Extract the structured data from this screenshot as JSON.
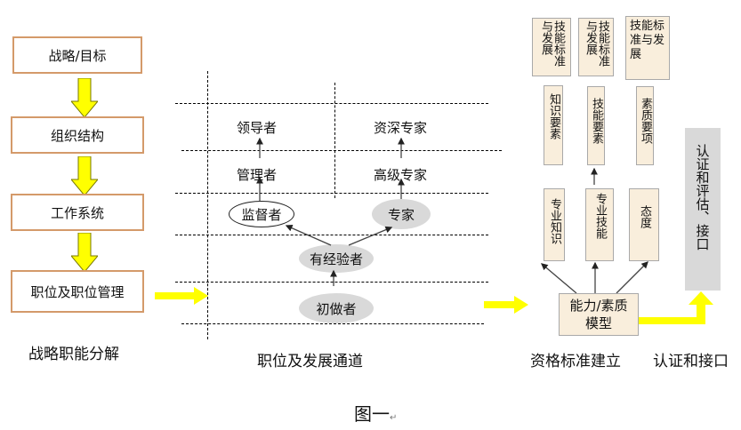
{
  "figure": {
    "caption": "图一",
    "caption_mark": "↵"
  },
  "left_column": {
    "title": "战略职能分解",
    "boxes": [
      {
        "label": "战略/目标"
      },
      {
        "label": "组织结构"
      },
      {
        "label": "工作系统"
      },
      {
        "label": "职位及职位管理"
      }
    ],
    "arrow_color": "#ffff00",
    "box_border_color": "#d49a6a"
  },
  "middle_column": {
    "title": "职位及发展通道",
    "management_track": [
      "监督者",
      "管理者",
      "领导者"
    ],
    "expert_track": [
      "专家",
      "高级专家",
      "资深专家"
    ],
    "shared": [
      "初做者",
      "有经验者"
    ]
  },
  "right_column": {
    "title": "资格标准建立",
    "top_row": [
      {
        "label": "技能标准与发展"
      },
      {
        "label": "技能标准与发展"
      },
      {
        "label": "技能标准与发展"
      }
    ],
    "middle_row": [
      {
        "label": "知识要素"
      },
      {
        "label": "技能要素"
      },
      {
        "label": "素质要项"
      }
    ],
    "bottom_row": [
      {
        "label": "专业知识"
      },
      {
        "label": "专业技能"
      },
      {
        "label": "态度"
      }
    ],
    "model_box": {
      "label_line1": "能力/素质",
      "label_line2": "模型"
    },
    "box_fill": "#f9eedc"
  },
  "cert_column": {
    "title": "认证和接口",
    "box_label": "认证和评估、接口",
    "box_fill": "#d9d9d9"
  }
}
